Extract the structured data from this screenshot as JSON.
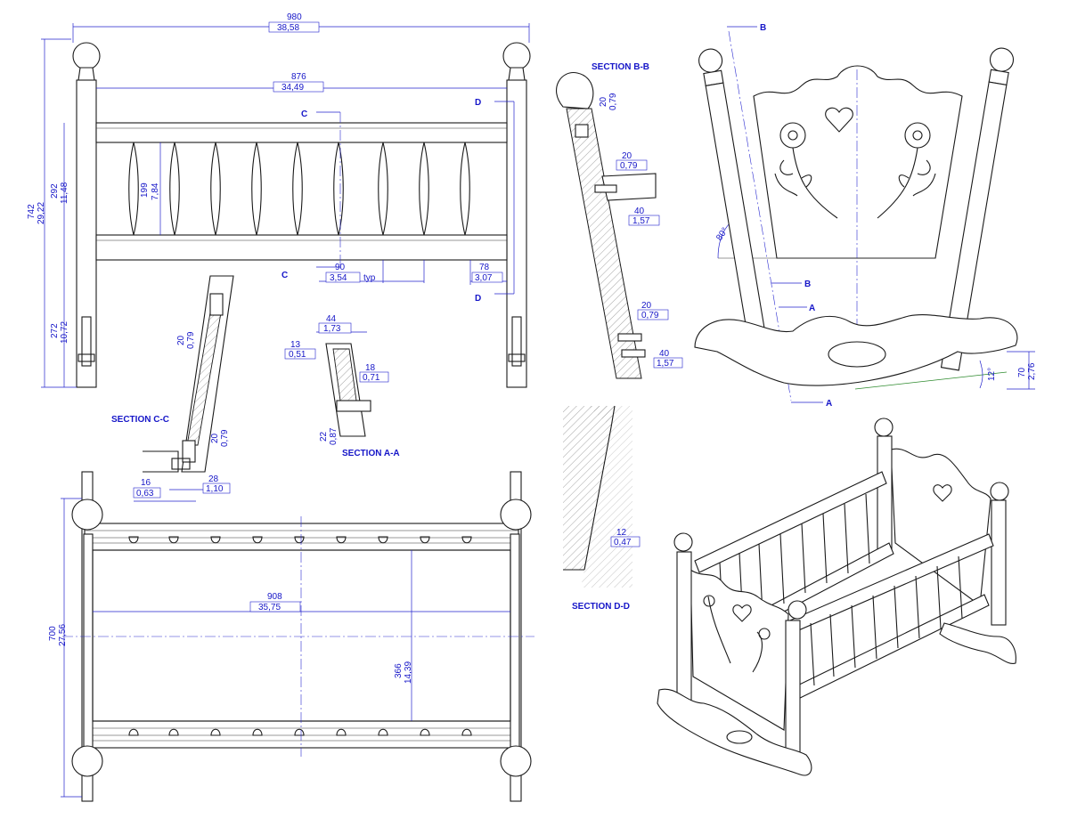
{
  "front_view": {
    "dims": {
      "overall_width": {
        "mm": "980",
        "in": "38,58"
      },
      "inner_width": {
        "mm": "876",
        "in": "34,49"
      },
      "overall_height": {
        "mm": "742",
        "in": "29,22"
      },
      "rail_height": {
        "mm": "292",
        "in": "11,48"
      },
      "base_height": {
        "mm": "272",
        "in": "10,72"
      },
      "spindle_height": {
        "mm": "199",
        "in": "7,84"
      },
      "spindle_spacing": {
        "mm": "90",
        "in": "3,54",
        "note": "typ"
      },
      "post_offset": {
        "mm": "78",
        "in": "3,07"
      }
    },
    "section_marks": {
      "c": "C",
      "d": "D"
    }
  },
  "section_bb": {
    "title": "SECTION B-B",
    "dims": [
      {
        "mm": "20",
        "in": "0,79"
      },
      {
        "mm": "20",
        "in": "0,79"
      },
      {
        "mm": "40",
        "in": "1,57"
      },
      {
        "mm": "20",
        "in": "0,79"
      },
      {
        "mm": "40",
        "in": "1,57"
      }
    ]
  },
  "section_cc": {
    "title": "SECTION C-C",
    "dims": [
      {
        "mm": "20",
        "in": "0,79"
      },
      {
        "mm": "20",
        "in": "0,79"
      },
      {
        "mm": "16",
        "in": "0,63"
      },
      {
        "mm": "28",
        "in": "1,10"
      }
    ]
  },
  "section_aa": {
    "title": "SECTION A-A",
    "dims": [
      {
        "mm": "44",
        "in": "1,73"
      },
      {
        "mm": "13",
        "in": "0,51"
      },
      {
        "mm": "18",
        "in": "0,71"
      },
      {
        "mm": "22",
        "in": "0,87"
      }
    ]
  },
  "section_dd": {
    "title": "SECTION D-D",
    "dims": [
      {
        "mm": "12",
        "in": "0,47"
      }
    ]
  },
  "end_view": {
    "angle_post": "80°",
    "angle_rocker": "12°",
    "rocker_height": {
      "mm": "70",
      "in": "2,76"
    },
    "section_marks": {
      "a": "A",
      "b": "B"
    }
  },
  "plan_view": {
    "dims": {
      "overall_depth": {
        "mm": "700",
        "in": "27,56"
      },
      "inner_length": {
        "mm": "908",
        "in": "35,75"
      },
      "inner_depth": {
        "mm": "366",
        "in": "14,39"
      }
    }
  }
}
